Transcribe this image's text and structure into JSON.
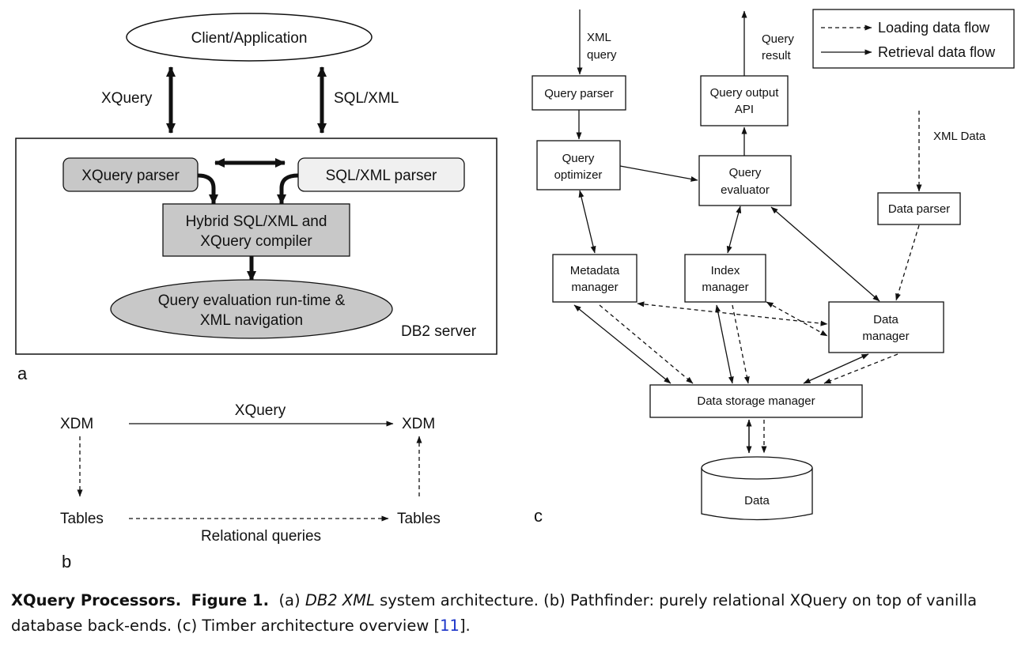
{
  "panel_a": {
    "label": "a",
    "client": "Client/Application",
    "xquery": "XQuery",
    "sqlxml": "SQL/XML",
    "xquery_parser": "XQuery parser",
    "sqlxml_parser": "SQL/XML parser",
    "compiler_line1": "Hybrid SQL/XML and",
    "compiler_line2": "XQuery compiler",
    "runtime_line1": "Query evaluation run-time &",
    "runtime_line2": "XML navigation",
    "server": "DB2 server",
    "colors": {
      "dark_box": "#c8c8c8",
      "light_box": "#f0f0f0"
    }
  },
  "panel_b": {
    "label": "b",
    "xdm_left": "XDM",
    "xdm_right": "XDM",
    "xquery": "XQuery",
    "tables_left": "Tables",
    "tables_right": "Tables",
    "relational": "Relational queries"
  },
  "panel_c": {
    "label": "c",
    "legend_loading": "Loading data flow",
    "legend_retrieval": "Retrieval data flow",
    "xml_query_1": "XML",
    "xml_query_2": "query",
    "query_result_1": "Query",
    "query_result_2": "result",
    "query_parser": "Query parser",
    "query_output_1": "Query output",
    "query_output_2": "API",
    "xml_data": "XML Data",
    "optimizer_1": "Query",
    "optimizer_2": "optimizer",
    "evaluator_1": "Query",
    "evaluator_2": "evaluator",
    "data_parser": "Data parser",
    "metadata_1": "Metadata",
    "metadata_2": "manager",
    "index_1": "Index",
    "index_2": "manager",
    "datamgr_1": "Data",
    "datamgr_2": "manager",
    "storage": "Data storage manager",
    "data": "Data"
  },
  "caption": {
    "title": "XQuery Processors.",
    "figure": "Figure 1.",
    "line1_part1": "(a)",
    "line1_italic": "DB2 XML",
    "line1_part2": "system architecture. (b) Pathfinder: purely relational XQuery on top of vanilla",
    "line2": "database back-ends. (c) Timber architecture overview [",
    "cite": "11",
    "line2_end": "]."
  }
}
